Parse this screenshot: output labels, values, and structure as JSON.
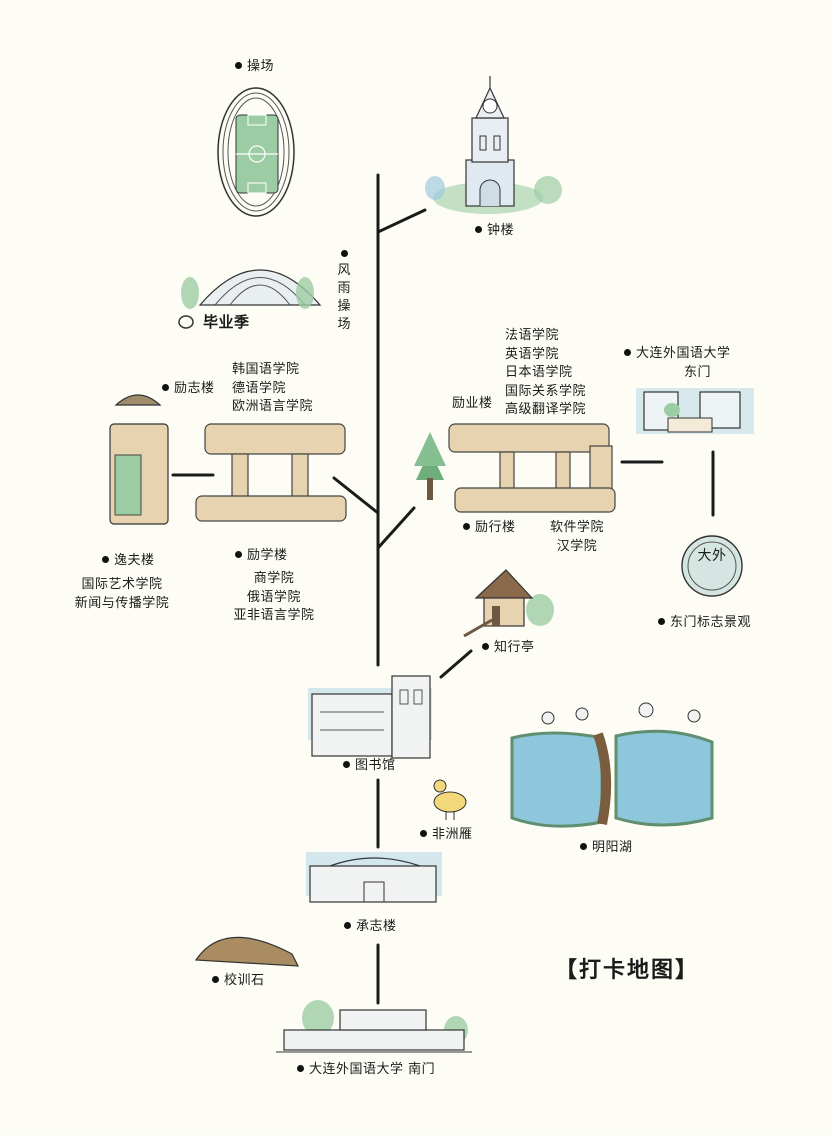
{
  "map_title": "【打卡地图】",
  "places": {
    "playground": "操场",
    "clock_tower": "钟楼",
    "wind_rain_field": [
      "风",
      "雨",
      "操",
      "场"
    ],
    "grad_sign": "毕业季",
    "lizhi": "励志楼",
    "korean_group": [
      "韩国语学院",
      "德语学院",
      "欧洲语言学院"
    ],
    "lixue": "励学楼",
    "lixue_group": [
      "商学院",
      "俄语学院",
      "亚非语言学院"
    ],
    "yifu": "逸夫楼",
    "yifu_group": [
      "国际艺术学院",
      "新闻与传播学院"
    ],
    "liye": "励业楼",
    "liye_group": [
      "法语学院",
      "英语学院",
      "日本语学院",
      "国际关系学院",
      "高级翻译学院"
    ],
    "lixing": "励行楼",
    "lixing_group": [
      "软件学院",
      "汉学院"
    ],
    "east_gate": [
      "大连外国语大学",
      "东门"
    ],
    "east_gate_landmark": "东门标志景观",
    "east_gate_sign": "大外",
    "zhixing_pavilion": "知行亭",
    "library": "图书馆",
    "african_goose": "非洲雁",
    "mingyang_lake": "明阳湖",
    "chengzhi": "承志楼",
    "motto_stone": "校训石",
    "south_gate": "大连外国语大学 南门"
  },
  "colors": {
    "ink": "#1b1b1b",
    "sand": "#e8d3b0",
    "green": "#9ccca4",
    "blue": "#9fcbe0",
    "lake": "#8ec6dc",
    "bg": "#fdfdf6"
  }
}
